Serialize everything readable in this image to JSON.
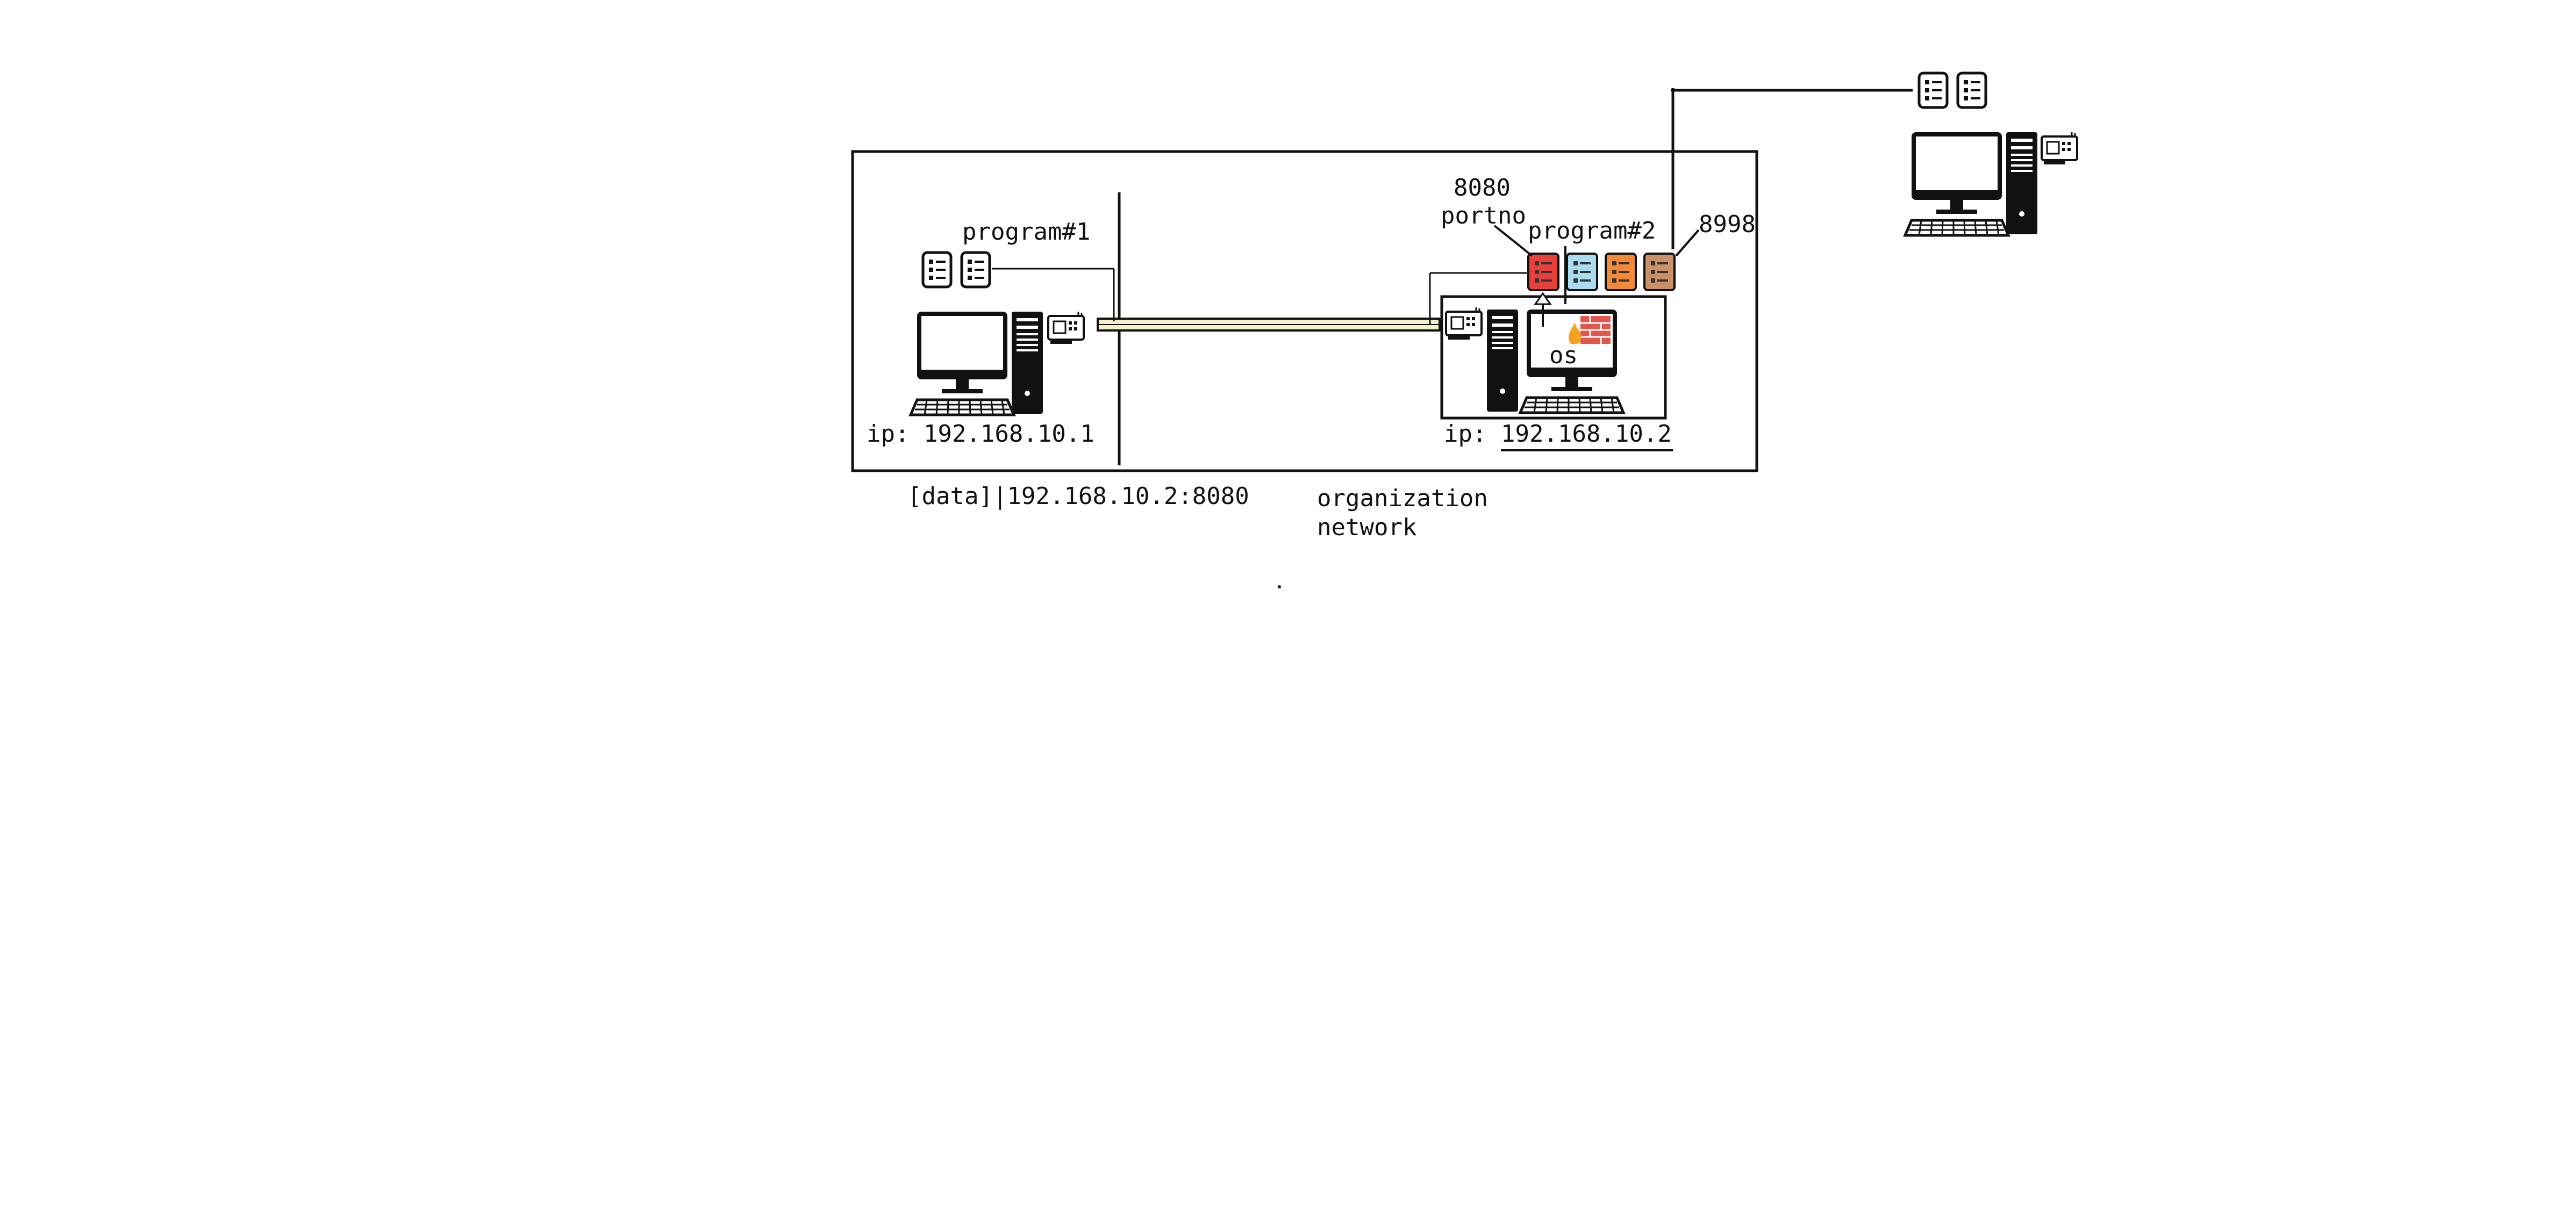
{
  "labels": {
    "program1": "program#1",
    "program2": "program#2",
    "port8080": "8080",
    "portno": "portno",
    "port8998": "8998",
    "os": "os",
    "ip_host1": "ip: 192.168.10.1",
    "ip_host2_prefix": "ip: ",
    "ip_host2_addr": "192.168.10.2",
    "packet": "[data]|192.168.10.2:8080",
    "network_line1": "organization",
    "network_line2": "network"
  },
  "icons": {
    "program": "program-icon",
    "computer": "desktop-computer-icon",
    "network_card": "network-card-icon",
    "firewall": "firewall-icon",
    "port": "port-icon"
  },
  "colors": {
    "cable_fill": "#f6f1c8",
    "port_red": "#e8413c",
    "port_blue": "#a9dcee",
    "port_orange": "#f28a3a",
    "port_brown": "#c9906a",
    "firewall_brick": "#e2574c",
    "flame": "#f4a21f"
  }
}
